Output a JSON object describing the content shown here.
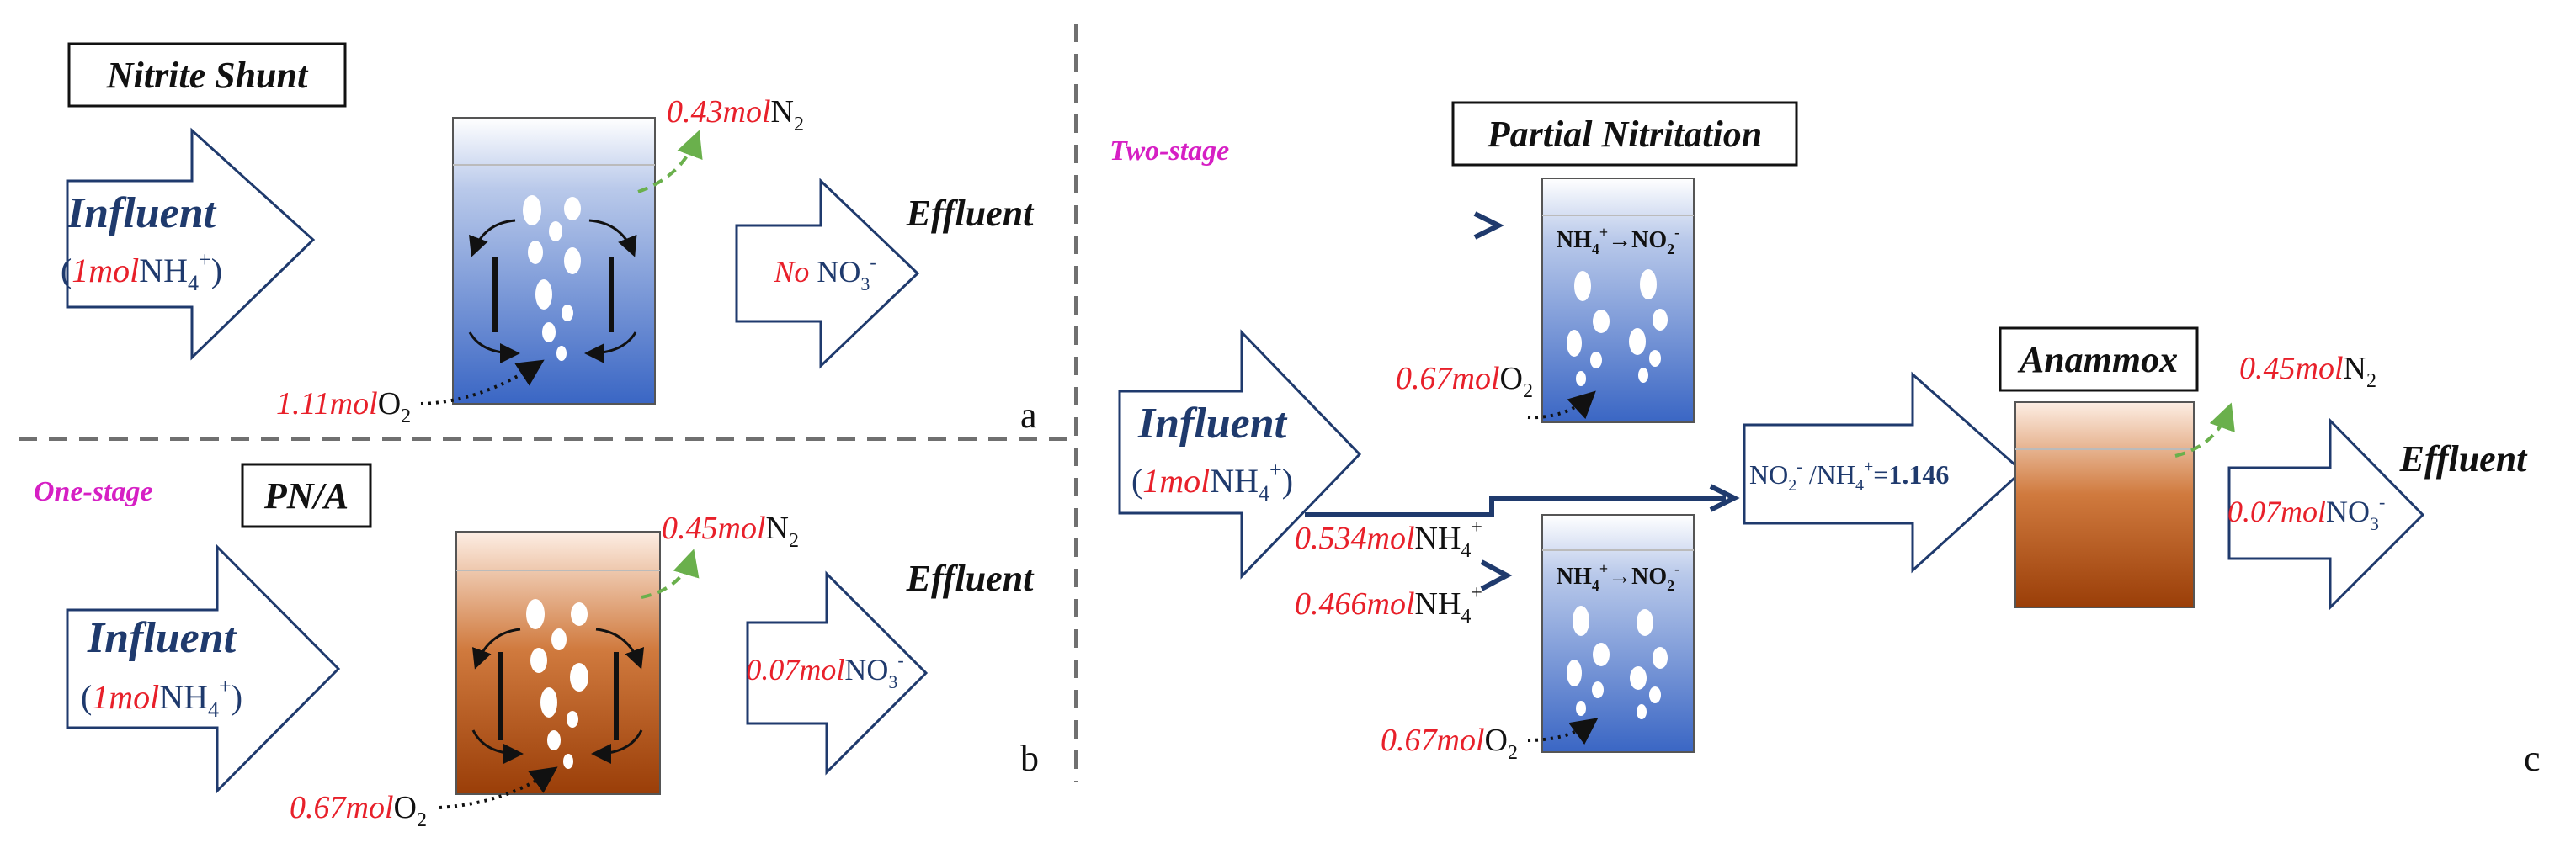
{
  "panel_a": {
    "title": "Nitrite Shunt",
    "influent": {
      "label": "Influent",
      "open": "(",
      "amount": "1mol",
      "species": "NH",
      "sub": "4",
      "sup": "+",
      "close": ")"
    },
    "n2": {
      "amount": "0.43mol",
      "species": "N",
      "sub": "2"
    },
    "o2": {
      "amount": "1.11mol",
      "species": "O",
      "sub": "2"
    },
    "effluent_label": "Effluent",
    "effluent": {
      "amount": "No",
      "species": "NO",
      "sub": "3",
      "sup": "-"
    },
    "letter": "a"
  },
  "panel_b": {
    "stage": "One-stage",
    "title": "PN/A",
    "influent": {
      "label": "Influent",
      "open": "(",
      "amount": "1mol",
      "species": "NH",
      "sub": "4",
      "sup": "+",
      "close": ")"
    },
    "n2": {
      "amount": "0.45mol",
      "species": "N",
      "sub": "2"
    },
    "o2": {
      "amount": "0.67mol",
      "species": "O",
      "sub": "2"
    },
    "effluent_label": "Effluent",
    "effluent": {
      "amount": "0.07mol",
      "species": "NO",
      "sub": "3",
      "sup": "-"
    },
    "letter": "b"
  },
  "panel_c": {
    "stage": "Two-stage",
    "title": "Partial Nitritation",
    "influent": {
      "label": "Influent",
      "open": "(",
      "amount": "1mol",
      "species": "NH",
      "sub": "4",
      "sup": "+",
      "close": ")"
    },
    "reaction_top": {
      "a": "NH",
      "a_sub": "4",
      "a_sup": "+",
      "arrow": "→",
      "b": "NO",
      "b_sub": "2",
      "b_sup": "-"
    },
    "reaction_bottom": {
      "a": "NH",
      "a_sub": "4",
      "a_sup": "+",
      "arrow": "→",
      "b": "NO",
      "b_sub": "2",
      "b_sup": "-"
    },
    "o2_top": {
      "amount": "0.67mol",
      "species": "O",
      "sub": "2"
    },
    "o2_bottom": {
      "amount": "0.67mol",
      "species": "O",
      "sub": "2"
    },
    "split_upper": {
      "amount": "0.534mol",
      "species": "NH",
      "sub": "4",
      "sup": "+"
    },
    "split_lower": {
      "amount": "0.466mol",
      "species": "NH",
      "sub": "4",
      "sup": "+"
    },
    "ratio": {
      "a": "NO",
      "a_sub": "2",
      "a_sup": "-",
      "mid": " /NH",
      "b_sub": "4",
      "b_sup": "+",
      "eq": "=",
      "value": "1.146"
    },
    "anammox_title": "Anammox",
    "n2": {
      "amount": "0.45mol",
      "species": "N",
      "sub": "2"
    },
    "effluent_label": "Effluent",
    "effluent": {
      "amount": "0.07mol",
      "species": "NO",
      "sub": "3",
      "sup": "-"
    },
    "letter": "c"
  },
  "colors": {
    "navy": "#1f3a6d",
    "red": "#e8202a",
    "magenta": "#d61fc4",
    "green_dash": "#6ab04c",
    "blue_tank": "#3a66c4",
    "brown_tank": "#a2440c",
    "divider": "#707070"
  }
}
